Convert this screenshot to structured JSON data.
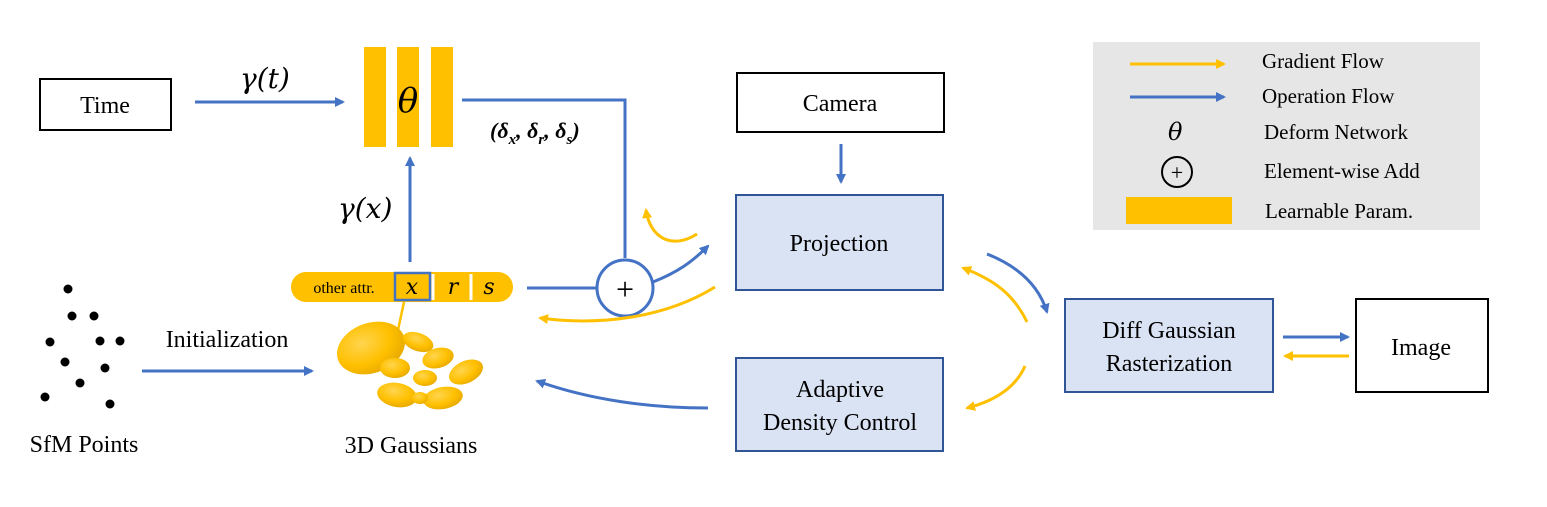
{
  "nodes": {
    "time": "Time",
    "camera": "Camera",
    "projection": "Projection",
    "adc_line1": "Adaptive",
    "adc_line2": "Density Control",
    "raster_line1": "Diff Gaussian",
    "raster_line2": "Rasterization",
    "image": "Image",
    "sfm_points": "SfM Points",
    "gaussians_3d": "3D Gaussians",
    "theta": "θ",
    "plus": "+"
  },
  "edges": {
    "gamma_t": "γ(t)",
    "gamma_x": "γ(x)",
    "initialization": "Initialization",
    "deltas": "(δx, δr, δs)",
    "delta_symbol": "δ",
    "delta_sub_x": "x",
    "delta_sub_r": "r",
    "delta_sub_s": "s"
  },
  "attributes": {
    "other": "other attr.",
    "x": "x",
    "r": "r",
    "s": "s"
  },
  "legend": {
    "gradient_flow": "Gradient Flow",
    "operation_flow": "Operation Flow",
    "theta_symbol": "θ",
    "deform_network": "Deform Network",
    "plus_symbol": "+",
    "element_wise_add": "Element-wise Add",
    "learnable_param": "Learnable Param."
  },
  "colors": {
    "operation_flow": "#4472C4",
    "gradient_flow": "#FFC000",
    "module_fill": "#DAE3F3",
    "module_border": "#2F5597",
    "legend_bg": "#E7E6E6"
  }
}
